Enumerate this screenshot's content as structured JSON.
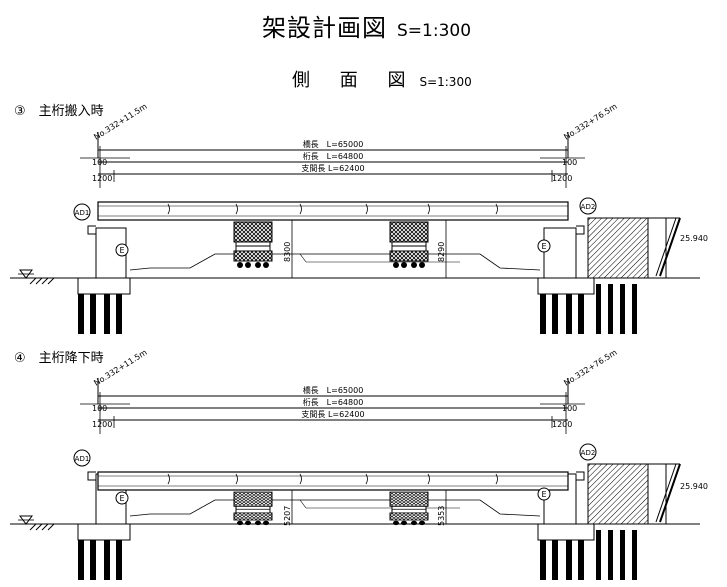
{
  "drawing": {
    "title": "架設計画図",
    "title_scale": "S=1:300",
    "view_title": "側 面 図",
    "view_scale": "S=1:300"
  },
  "steps": [
    {
      "label": "③　主桁搬入時",
      "station_left": "No.332+11.5m",
      "station_right": "No.332+76.5m",
      "dim_bridge": "橋長　L=65000",
      "dim_girder": "桁長　L=64800",
      "dim_span": "支間長 L=62400",
      "offset_100_left": "100",
      "offset_100_right": "100",
      "offset_1200_left": "1200",
      "offset_1200_right": "1200",
      "abut_left": "AD1",
      "abut_right": "AD2",
      "marker_e": "E",
      "bent_height_left": "8300",
      "bent_height_right": "8290",
      "slope_value": "25.940"
    },
    {
      "label": "④　主桁降下時",
      "station_left": "No.332+11.5m",
      "station_right": "No.332+76.5m",
      "dim_bridge": "橋長　L=65000",
      "dim_girder": "桁長　L=64800",
      "dim_span": "支間長 L=62400",
      "offset_100_left": "100",
      "offset_100_right": "100",
      "offset_1200_left": "1200",
      "offset_1200_right": "1200",
      "abut_left": "AD1",
      "abut_right": "AD2",
      "marker_e": "E",
      "bent_height_left": "5207",
      "bent_height_right": "5353",
      "slope_value": "25.940"
    }
  ]
}
